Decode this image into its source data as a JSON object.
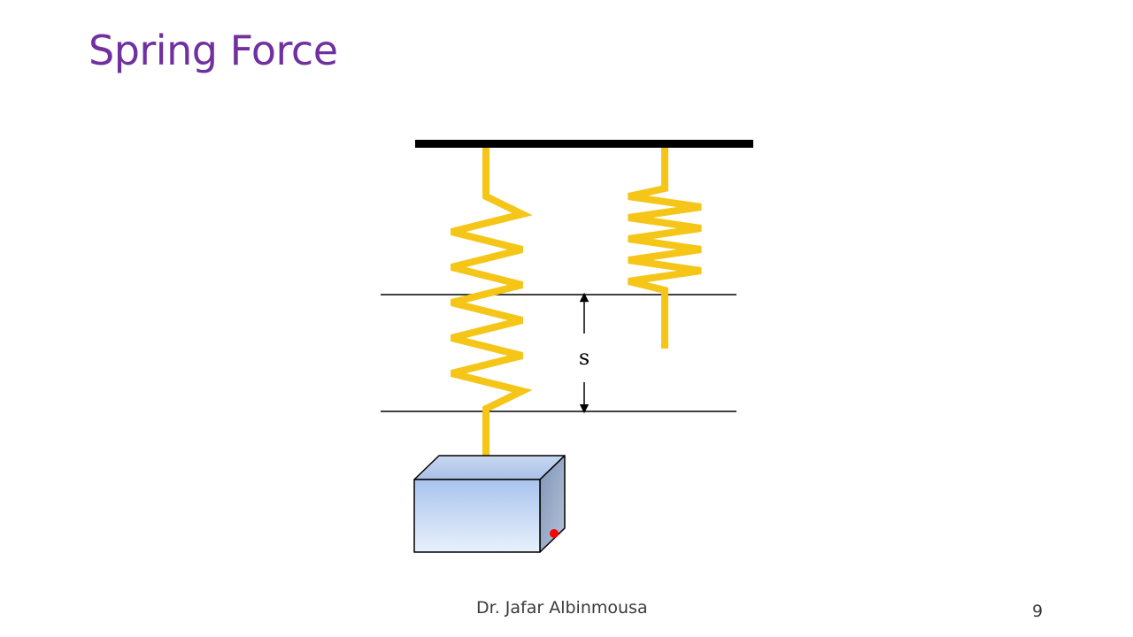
{
  "slide": {
    "title": "Spring Force",
    "author": "Dr. Jafar Albinmousa",
    "page_number": "9"
  },
  "diagram": {
    "displacement_label": "s"
  },
  "colors": {
    "title": "#7030a0",
    "spring": "#f5c518",
    "support": "#000000",
    "block_front_top": "#a9c4ee",
    "block_front_bottom": "#e8f0fc",
    "marker": "#ff0000"
  }
}
